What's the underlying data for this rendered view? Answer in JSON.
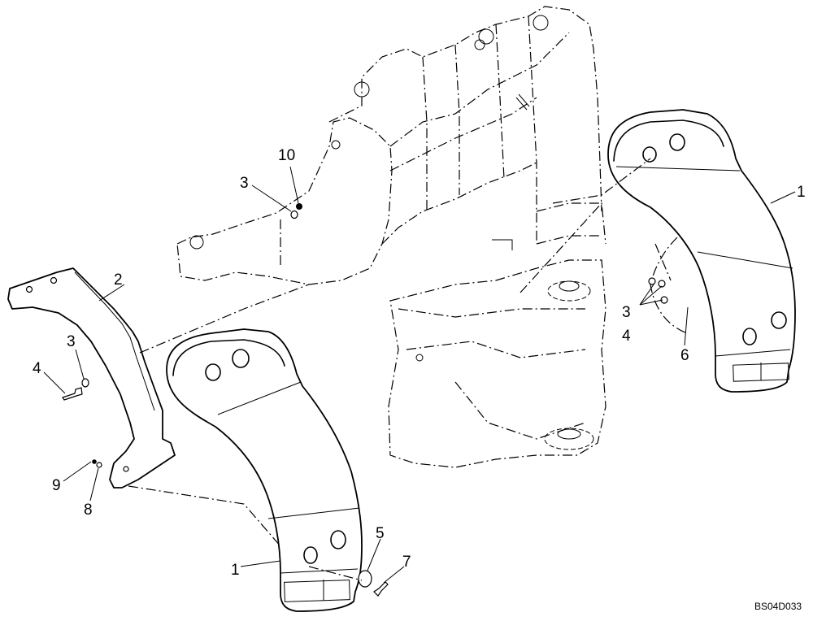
{
  "callouts": {
    "c1_right": "1",
    "c1_left": "1",
    "c2": "2",
    "c3_top": "3",
    "c3_left": "3",
    "c3_right": "3",
    "c4_left": "4",
    "c4_right": "4",
    "c5": "5",
    "c6": "6",
    "c7": "7",
    "c8": "8",
    "c9": "9",
    "c10": "10"
  },
  "drawing_ref": "BS04D033",
  "colors": {
    "line": "#000000",
    "background": "#ffffff"
  }
}
